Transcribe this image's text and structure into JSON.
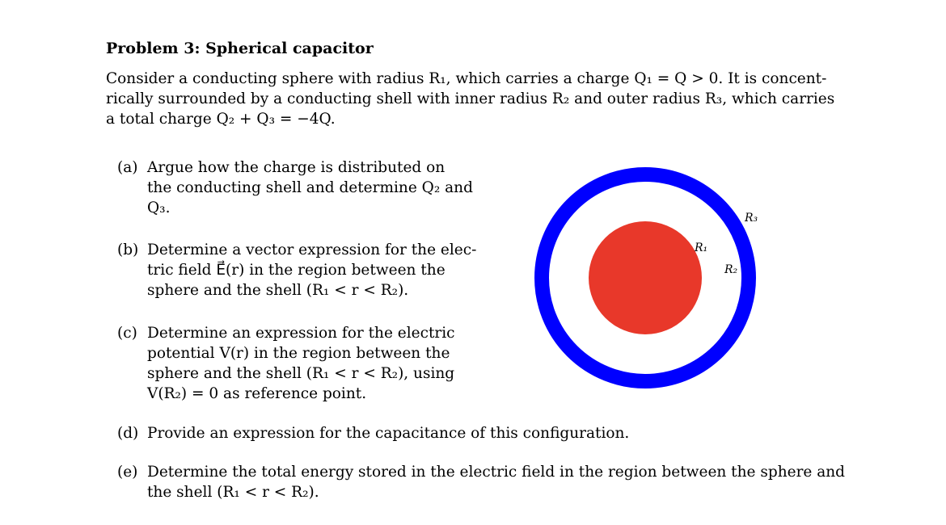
{
  "problem": {
    "title": "Problem 3: Spherical capacitor",
    "intro_lines": [
      "Consider a conducting sphere with radius R₁, which carries a charge Q₁ = Q > 0. It is concent-",
      "rically surrounded by a conducting shell with inner radius R₂ and outer radius R₃, which carries",
      "a total charge Q₂ + Q₃ = −4Q."
    ]
  },
  "items": {
    "a": {
      "label": "(a)",
      "lines": [
        "Argue how the charge is distributed on",
        "the conducting shell and determine Q₂ and",
        "Q₃."
      ]
    },
    "b": {
      "label": "(b)",
      "lines": [
        "Determine a vector expression for the elec-",
        "tric field E⃗(r) in the region between the",
        "sphere and the shell (R₁ < r < R₂)."
      ]
    },
    "c": {
      "label": "(c)",
      "lines": [
        "Determine an expression for the electric",
        "potential V(r) in the region between the",
        "sphere and the shell (R₁ < r < R₂), using",
        "V(R₂) = 0 as reference point."
      ]
    },
    "d": {
      "label": "(d)",
      "lines": [
        "Provide an expression for the capacitance of this configuration."
      ]
    },
    "e": {
      "label": "(e)",
      "lines": [
        "Determine the total energy stored in the electric field in the region between the sphere and",
        "the shell (R₁ < r < R₂)."
      ]
    }
  },
  "figure": {
    "label_r1": "R₁",
    "label_r2": "R₂",
    "label_r3": "R₃",
    "sphere_color": "#e8382a",
    "shell_color": "#0000ff"
  }
}
